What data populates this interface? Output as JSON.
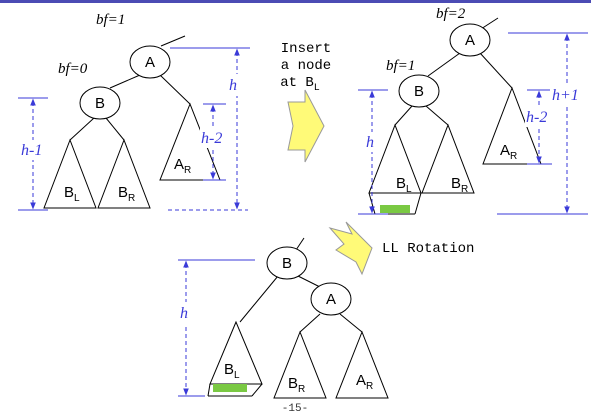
{
  "step_label": {
    "line1": "Insert",
    "line2": "a node",
    "line3": "at B",
    "line3_sub": "L"
  },
  "rotation_label": "LL Rotation",
  "annotations": {
    "bf_top": "bf=1",
    "bf_left": "bf=0",
    "bf_top_after": "bf=2",
    "bf_left_after": "bf=1"
  },
  "trees": {
    "original": {
      "root": "A",
      "child": "B",
      "subtree_left_base": "B",
      "subtree_left_sub": "L",
      "subtree_mid_base": "B",
      "subtree_mid_sub": "R",
      "subtree_right_base": "A",
      "subtree_right_sub": "R",
      "height_total": "h",
      "height_left": "h-1",
      "height_right": "h-2"
    },
    "after_insert": {
      "root": "A",
      "child": "B",
      "subtree_left_base": "B",
      "subtree_left_sub": "L",
      "subtree_mid_base": "B",
      "subtree_mid_sub": "R",
      "subtree_right_base": "A",
      "subtree_right_sub": "R",
      "height_total": "h+1",
      "height_left": "h",
      "height_right": "h-2"
    },
    "rotated": {
      "root": "B",
      "child": "A",
      "subtree_left_base": "B",
      "subtree_left_sub": "L",
      "subtree_mid_base": "B",
      "subtree_mid_sub": "R",
      "subtree_right_base": "A",
      "subtree_right_sub": "R",
      "height_total": "h"
    }
  },
  "colors": {
    "dimension": "#3a3ad8",
    "arrow_fill": "#fffa78",
    "inserted_node": "#7ac943"
  },
  "footer": "-15-"
}
